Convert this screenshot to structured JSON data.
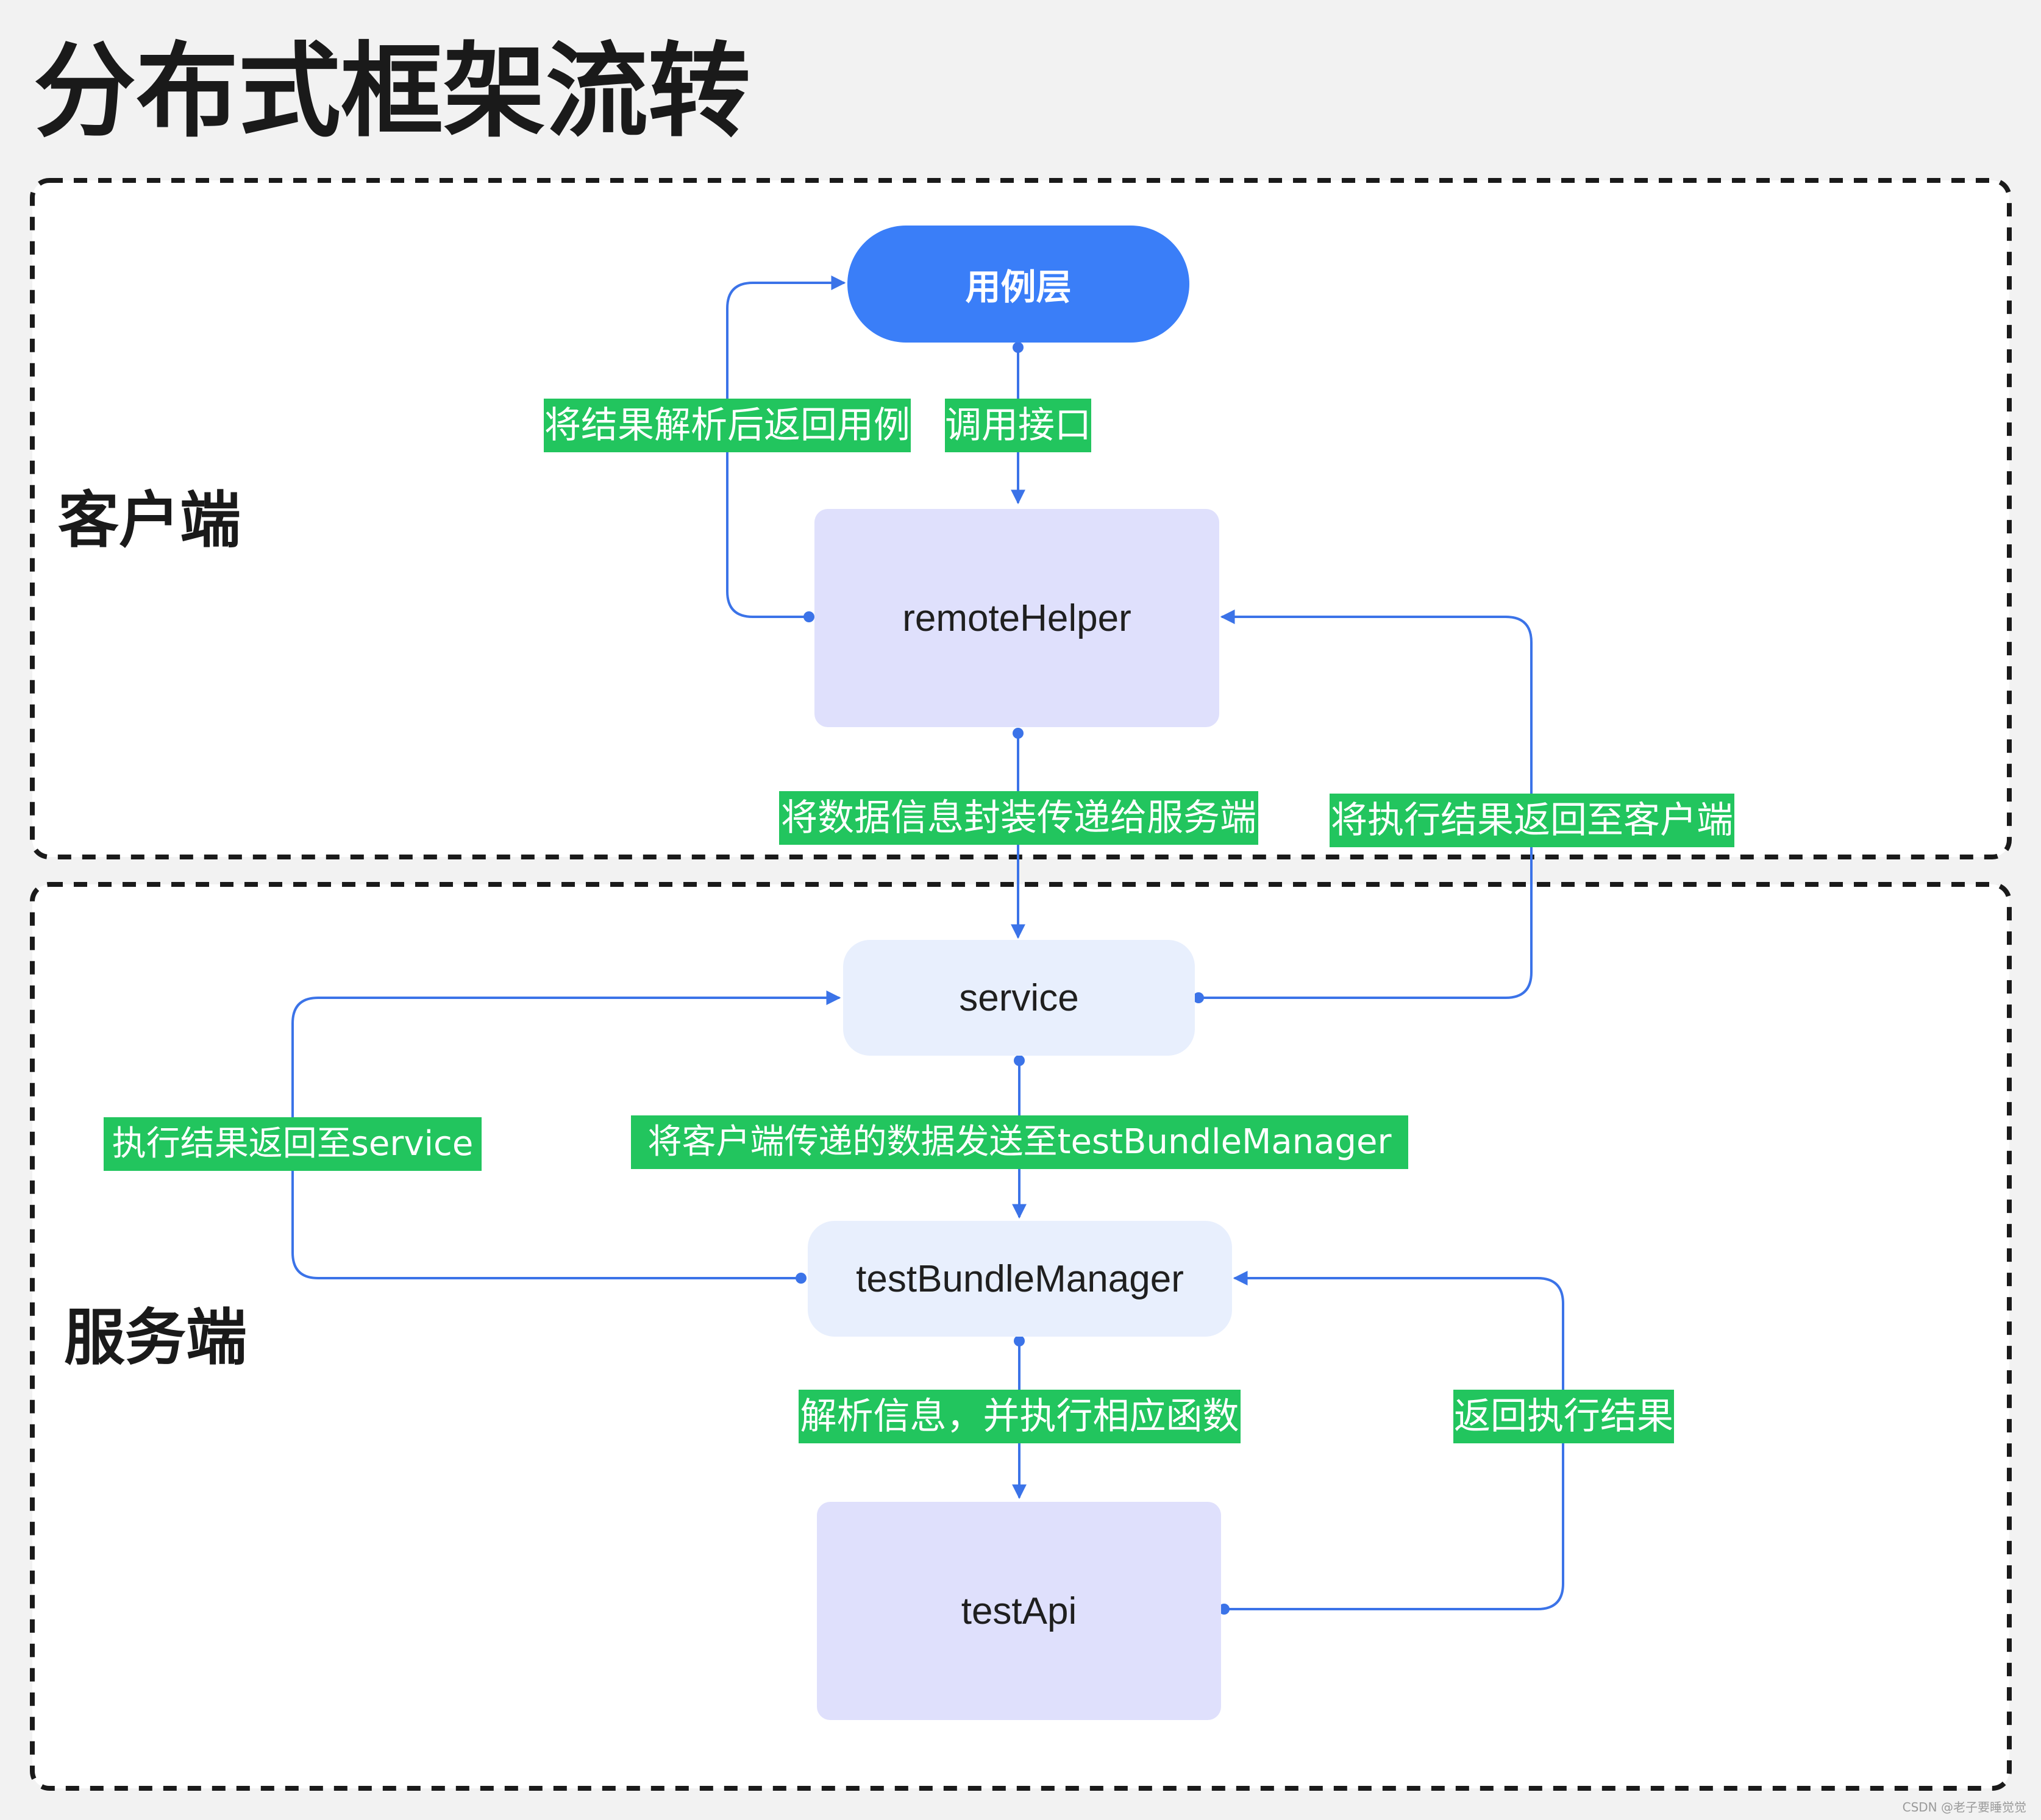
{
  "title": "分布式框架流转",
  "groups": {
    "client": {
      "label": "客户端"
    },
    "server": {
      "label": "服务端"
    }
  },
  "nodes": {
    "use_case_layer": "用例层",
    "remote_helper": "remoteHelper",
    "service": "service",
    "test_bundle_manager": "testBundleManager",
    "test_api": "testApi"
  },
  "edge_labels": {
    "call_interface": "调用接口",
    "parse_and_return_use_case": "将结果解析后返回用例",
    "package_to_server": "将数据信息封装传递给服务端",
    "return_to_client": "将执行结果返回至客户端",
    "send_to_manager": "将客户端传递的数据发送至testBundleManager",
    "return_to_service": "执行结果返回至service",
    "parse_and_execute": "解析信息，并执行相应函数",
    "return_result": "返回执行结果"
  },
  "watermark": "CSDN @老子要睡觉觉",
  "colors": {
    "background": "#f2f2f2",
    "connector": "#3b73e8",
    "label_bg": "#22c55e",
    "pill_node": "#3a7ef8",
    "lavender_node": "#dfe0fc",
    "light_node": "#e8effd",
    "group_border": "#1a1a1a"
  }
}
